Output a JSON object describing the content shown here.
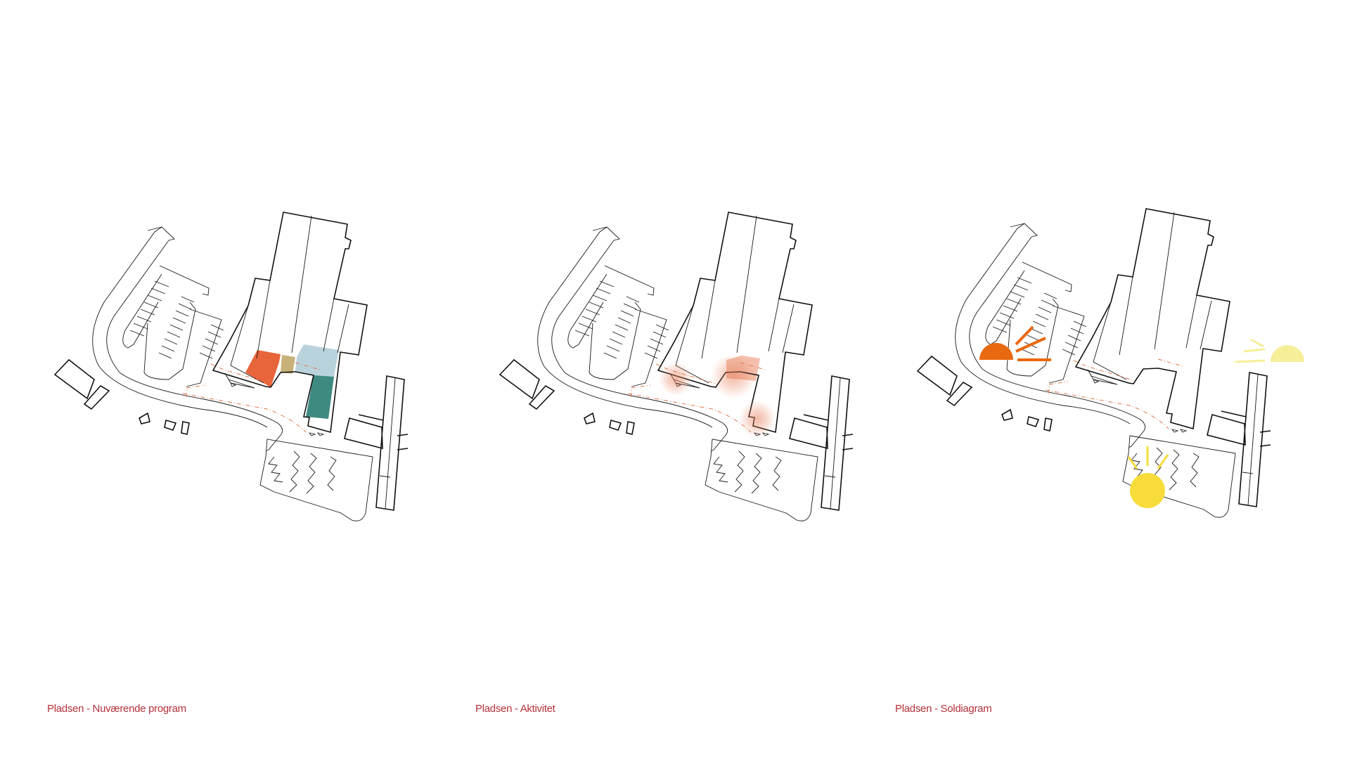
{
  "panels": [
    {
      "caption": "Pladsen - Nuværende program"
    },
    {
      "caption": "Pladsen - Aktivitet"
    },
    {
      "caption": "Pladsen - Soldiagram"
    }
  ],
  "colors": {
    "caption": "#b5313a",
    "program_orange": "#e8643a",
    "program_tan": "#c9b27a",
    "program_lightblue": "#b9d3dc",
    "program_teal": "#3f8a80",
    "activity_glow": "#e8805a",
    "sun_orange": "#e8690f",
    "sun_pale": "#f6ee99",
    "sun_yellow": "#f7dc3a"
  }
}
